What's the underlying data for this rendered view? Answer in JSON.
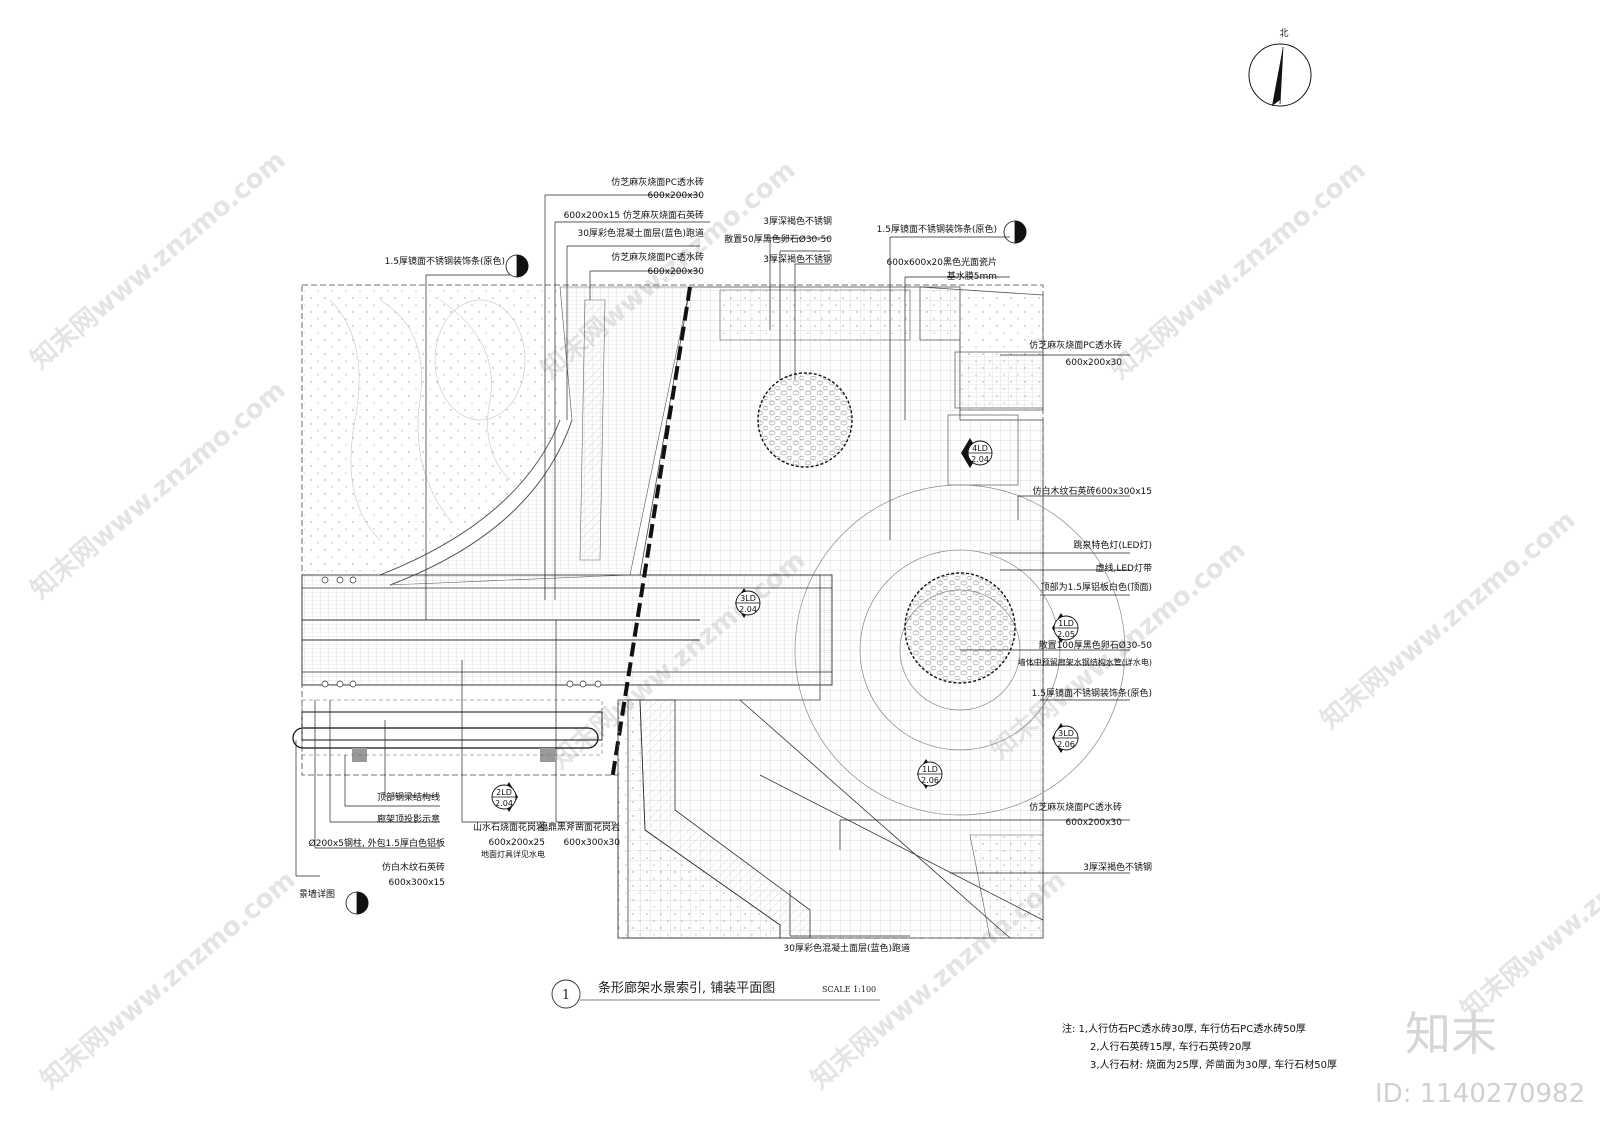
{
  "north": {
    "label": "北"
  },
  "labels": [
    "仿芝麻灰烧面PC透水砖",
    "600x200x30",
    "600x200x15  仿芝麻灰烧面石英砖",
    "30厚彩色混凝土面层(蓝色)跑道",
    "仿芝麻灰烧面PC透水砖",
    "600x200x30",
    "1.5厚镜面不锈钢装饰条(原色)",
    "3厚深褐色不锈钢",
    "散置50厚黑色卵石Ø30-50",
    "3厚深褐色不锈钢",
    "1.5厚镜面不锈钢装饰条(原色)",
    "600x600x20黑色光面瓷片",
    "基水膜5mm",
    "仿芝麻灰烧面PC透水砖",
    "600x200x30",
    "仿白木纹石英砖600x300x15",
    "跳泉特色灯(LED灯)",
    "虚线,LED灯带",
    "顶部为1.5厚铝板白色(顶面)",
    "散置100厚黑色卵石Ø30-50",
    "墙体中预留廊架水钢结构水管(详水电)",
    "1.5厚镜面不锈钢装饰条(原色)",
    "仿芝麻灰烧面PC透水砖",
    "600x200x30",
    "3厚深褐色不锈钢",
    "30厚彩色混凝土面层(蓝色)跑道",
    "顶部钢梁结构线",
    "廊架顶投影示意",
    "Ø200x5钢柱, 外包1.5厚白色铝板",
    "仿白木纹石英砖",
    "600x300x15",
    "景墙详图",
    "山水石烧面花岗岩",
    "600x200x25",
    "地面灯具详见水电",
    "福鼎黑斧凿面花岗岩",
    "600x300x30"
  ],
  "index_marks": [
    {
      "top": "4LD",
      "bottom": "2.04"
    },
    {
      "top": "3LD",
      "bottom": "2.04"
    },
    {
      "top": "1LD",
      "bottom": "2.05"
    },
    {
      "top": "3LD",
      "bottom": "2.06"
    },
    {
      "top": "1LD",
      "bottom": "2.06"
    },
    {
      "top": "2LD",
      "bottom": "2.04"
    }
  ],
  "title": {
    "number": "1",
    "text": "条形廊架水景索引, 铺装平面图",
    "scale": "SCALE 1:100"
  },
  "notes": [
    "注: 1,人行仿石PC透水砖30厚, 车行仿石PC透水砖50厚",
    "2,人行石英砖15厚, 车行石英砖20厚",
    "3,人行石材: 烧面为25厚, 斧凿面为30厚, 车行石材50厚"
  ],
  "watermark": {
    "site": "知末网www.znzmo.com",
    "brand": "知末",
    "id": "ID: 1140270982"
  },
  "colors": {
    "line": "#111111",
    "light": "#9a9a9a",
    "watermark": "#e4e4e4"
  }
}
